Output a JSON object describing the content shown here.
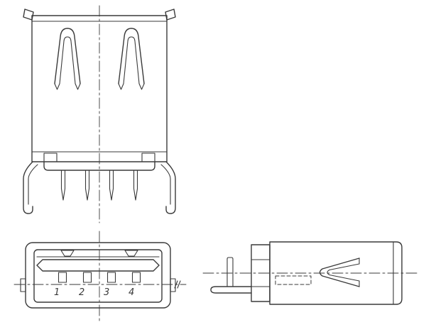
{
  "drawing": {
    "background_color": "#ffffff",
    "line_color": "#3a3a3a",
    "pin_labels": [
      "1",
      "2",
      "3",
      "4"
    ]
  }
}
